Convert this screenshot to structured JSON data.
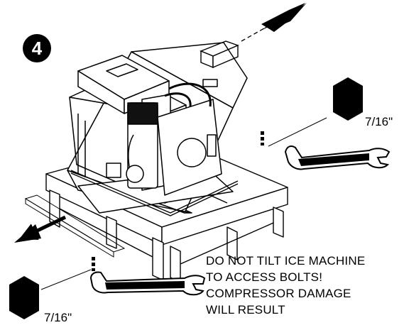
{
  "step_number": "4",
  "hex_top": {
    "size_label": "7/16\""
  },
  "hex_bottom": {
    "size_label": "7/16\""
  },
  "warning": {
    "lines": [
      "DO NOT TILT ICE MACHINE",
      "TO ACCESS BOLTS!",
      "COMPRESSOR DAMAGE",
      "WILL RESULT"
    ]
  },
  "colors": {
    "ink": "#000000",
    "paper": "#ffffff",
    "shade": "#e6e6e6"
  },
  "icons": [
    "step-badge-icon",
    "hex-bolt-icon",
    "wrench-icon",
    "arrow-icon"
  ]
}
